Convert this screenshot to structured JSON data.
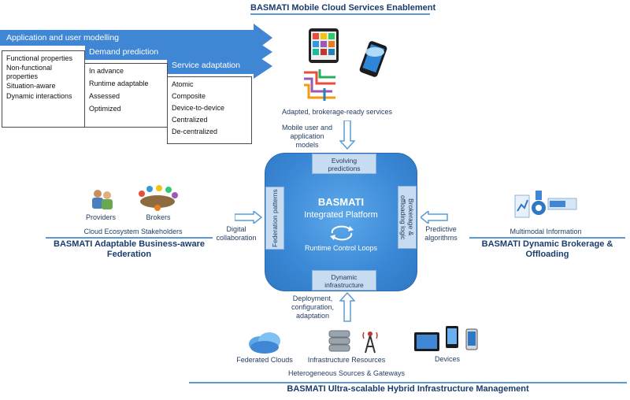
{
  "top": {
    "title": "BASMATI Mobile Cloud Services Enablement",
    "services_label": "Adapted, brokerage-ready services",
    "evolving_models_label": "Mobile user and application models"
  },
  "modelling": {
    "band1": "Application and user modelling",
    "band2": "Demand prediction",
    "band3": "Service adaptation",
    "list1": [
      "Functional properties",
      "Non-functional properties",
      "Situation-aware",
      "Dynamic interactions"
    ],
    "list2": [
      "In advance",
      "Runtime adaptable",
      "Assessed",
      "Optimized"
    ],
    "list3": [
      "Atomic",
      "Composite",
      "Device-to-device",
      "Centralized",
      "De-centralized"
    ]
  },
  "platform": {
    "title": "BASMATI",
    "subtitle": "Integrated Platform",
    "loops": "Runtime Control Loops",
    "top_tab": "Evolving predictions",
    "left_tab": "Federation patterns",
    "right_tab": "Brokerage & offloading logic",
    "bottom_tab": "Dynamic infrastructure"
  },
  "left": {
    "providers": "Providers",
    "brokers": "Brokers",
    "stakeholders": "Cloud Ecosystem Stakeholders",
    "title": "BASMATI Adaptable Business-aware Federation",
    "arrow_label": "Digital collaboration"
  },
  "right": {
    "info": "Multimodal Information",
    "title": "BASMATI Dynamic Brokerage & Offloading",
    "arrow_label": "Predictive algorithms"
  },
  "bottom": {
    "arrow_label": "Deployment, configuration, adaptation",
    "clouds": "Federated Clouds",
    "infra": "Infrastructure Resources",
    "devices": "Devices",
    "sources": "Heterogeneous Sources & Gateways",
    "title": "BASMATI Ultra-scalable Hybrid Infrastructure Management"
  },
  "colors": {
    "accent": "#3f86d4",
    "line": "#5b9bd5",
    "platform": "#3a88d6",
    "tab": "#c7dcf1"
  }
}
